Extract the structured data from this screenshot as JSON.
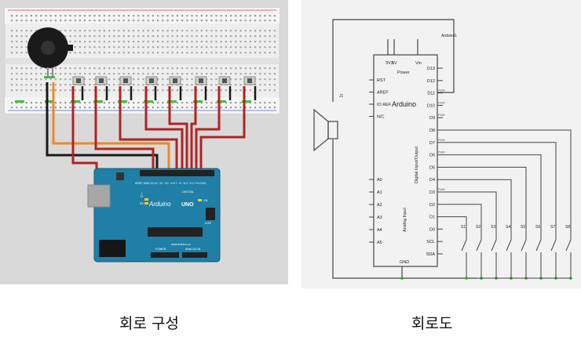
{
  "captions": {
    "left": "회로 구성",
    "right": "회로도"
  },
  "board": {
    "brand": "Arduino",
    "model": "UNO",
    "digital_label": "DIGITAL",
    "analog_label": "ANALOG IN",
    "power_label": "POWER",
    "pin_row_top": "AREF GND 13 12 ~11 ~10 ~9 8  7 ~6 ~5 4 ~3 2 TX1 RX0",
    "icsp_label": "ICSP",
    "tx_label": "TX",
    "rx_label": "RX",
    "on_label": "ON",
    "l_label": "L",
    "url": "www.arduino.cc"
  },
  "schematic": {
    "chip_title": "Arduino",
    "ref": "Arduino1",
    "power_label": "Power",
    "top_pins": [
      "3V3",
      "5V",
      "Vin"
    ],
    "left_pins": [
      "RST",
      "AREF",
      "IO REF",
      "N/C"
    ],
    "analog_pins": [
      "A0",
      "A1",
      "A2",
      "A3",
      "A4",
      "A5"
    ],
    "analog_side": "Analog Input",
    "digital_side": "Digital Input/Output",
    "right_pins": [
      "D13",
      "D12",
      "D11",
      "D10",
      "D9",
      "D8",
      "D7",
      "D6",
      "D5",
      "D4",
      "D3",
      "D2",
      "D1",
      "D0",
      "SCL",
      "SDA"
    ],
    "pwm": "PWM",
    "gnd": "GND",
    "speaker": "J1",
    "switches": [
      "S1",
      "S2",
      "S3",
      "S4",
      "S5",
      "S6",
      "S7",
      "S8"
    ]
  },
  "colors": {
    "wire_red": "#b22222",
    "wire_orange": "#e88a2a",
    "wire_black": "#1a1a1a",
    "board": "#1f7fa6",
    "breadboard": "#ebebeb",
    "schematic_line": "#444444"
  }
}
